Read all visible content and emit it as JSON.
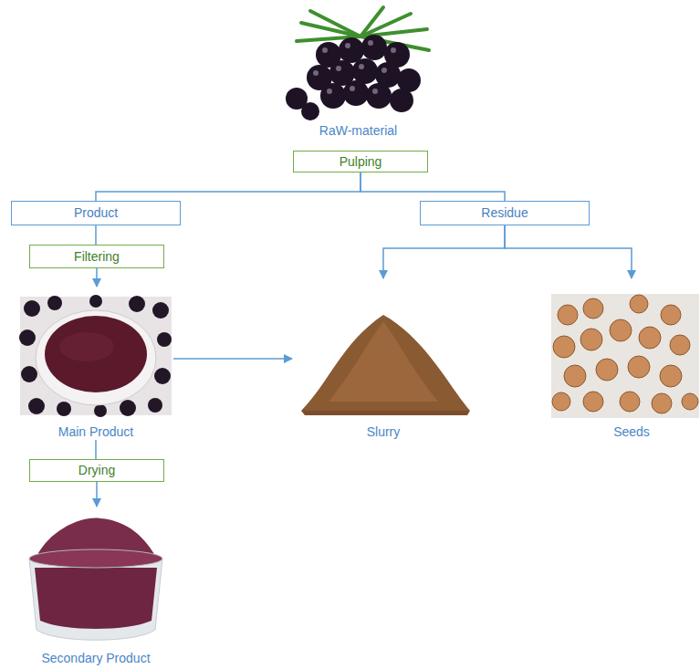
{
  "diagram": {
    "nodes": [
      {
        "text": [
          "RaW-material"
        ]
      },
      {
        "text": [
          "Pulping"
        ]
      },
      {
        "text": [
          "Product"
        ]
      },
      {
        "text": [
          "Residue"
        ]
      },
      {
        "text": [
          "Filtering"
        ]
      },
      {
        "text": [
          "Main Product"
        ]
      },
      {
        "text": [
          "Slurry"
        ]
      },
      {
        "text": [
          "Seeds"
        ]
      },
      {
        "text": [
          "Drying"
        ]
      },
      {
        "text": [
          "Secondary Product"
        ]
      }
    ],
    "edges": [
      {
        "from": 1,
        "to": 2,
        "arrow": "none"
      },
      {
        "from": 1,
        "to": 3,
        "arrow": "none"
      },
      {
        "from": 2,
        "to": 4,
        "arrow": "none"
      },
      {
        "from": 4,
        "to": 5,
        "arrow": "to"
      },
      {
        "from": 3,
        "to": 6,
        "arrow": "to"
      },
      {
        "from": 3,
        "to": 7,
        "arrow": "to"
      },
      {
        "from": 5,
        "to": 6,
        "arrow": "to"
      },
      {
        "from": 5,
        "to": 8,
        "arrow": "none"
      },
      {
        "from": 8,
        "to": 9,
        "arrow": "to"
      }
    ]
  }
}
